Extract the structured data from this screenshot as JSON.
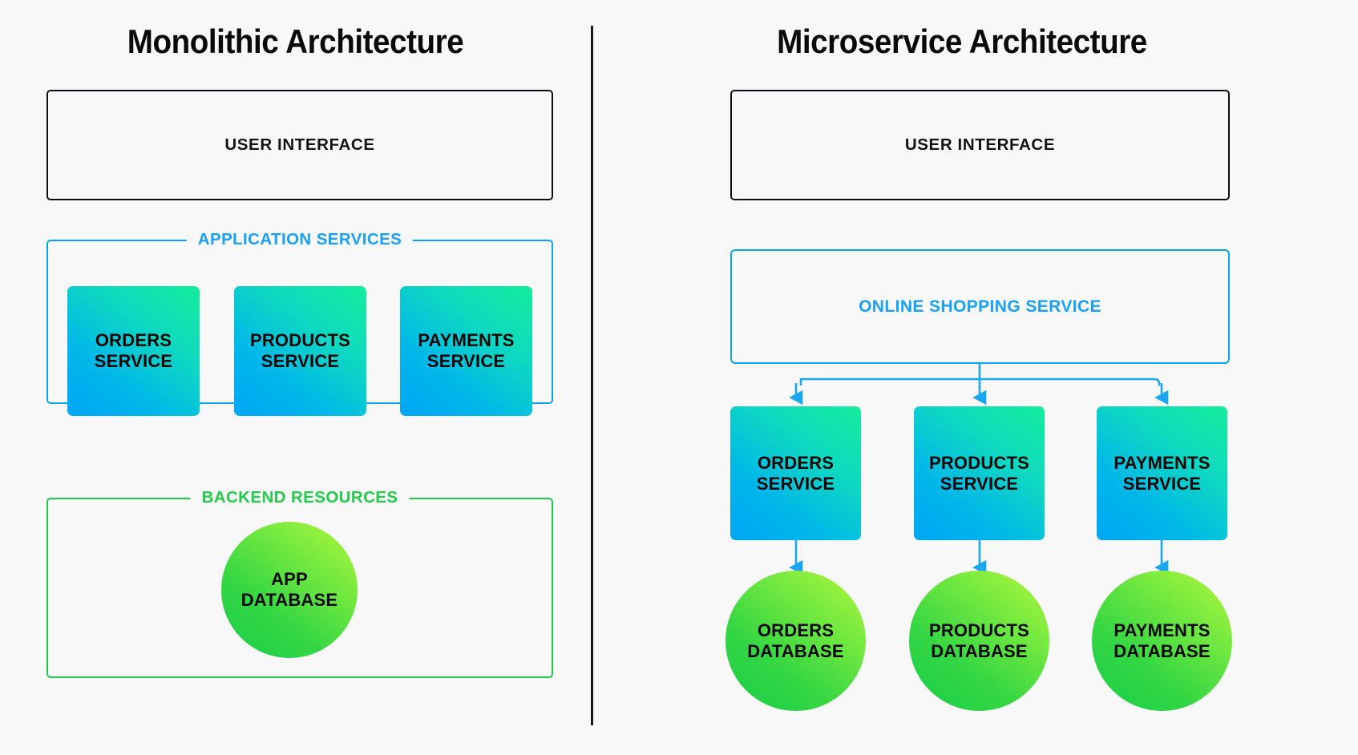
{
  "colors": {
    "background": "#f7f8f7",
    "divider": "#16191c",
    "box_border": "#0d0f12",
    "accent_blue": "#18a0fb",
    "accent_green": "#22cc4a",
    "tile_gradient_from": "#00a6f5",
    "tile_gradient_to": "#14ed9b",
    "db_gradient_from": "#17cf4a",
    "db_gradient_to": "#b6f63a",
    "connector": "#1aa6f0"
  },
  "panels": {
    "monolithic": {
      "title": "Monolithic Architecture",
      "user_interface": {
        "label": "USER INTERFACE"
      },
      "application_services": {
        "group_label": "APPLICATION SERVICES",
        "tiles": [
          {
            "line1": "ORDERS",
            "line2": "SERVICE"
          },
          {
            "line1": "PRODUCTS",
            "line2": "SERVICE"
          },
          {
            "line1": "PAYMENTS",
            "line2": "SERVICE"
          }
        ]
      },
      "backend_resources": {
        "group_label": "BACKEND RESOURCES",
        "databases": [
          {
            "line1": "APP",
            "line2": "DATABASE"
          }
        ]
      }
    },
    "microservice": {
      "title": "Microservice Architecture",
      "user_interface": {
        "label": "USER INTERFACE"
      },
      "shopping_service": {
        "label": "ONLINE SHOPPING SERVICE"
      },
      "services": [
        {
          "line1": "ORDERS",
          "line2": "SERVICE"
        },
        {
          "line1": "PRODUCTS",
          "line2": "SERVICE"
        },
        {
          "line1": "PAYMENTS",
          "line2": "SERVICE"
        }
      ],
      "databases": [
        {
          "line1": "ORDERS",
          "line2": "DATABASE"
        },
        {
          "line1": "PRODUCTS",
          "line2": "DATABASE"
        },
        {
          "line1": "PAYMENTS",
          "line2": "DATABASE"
        }
      ]
    }
  }
}
